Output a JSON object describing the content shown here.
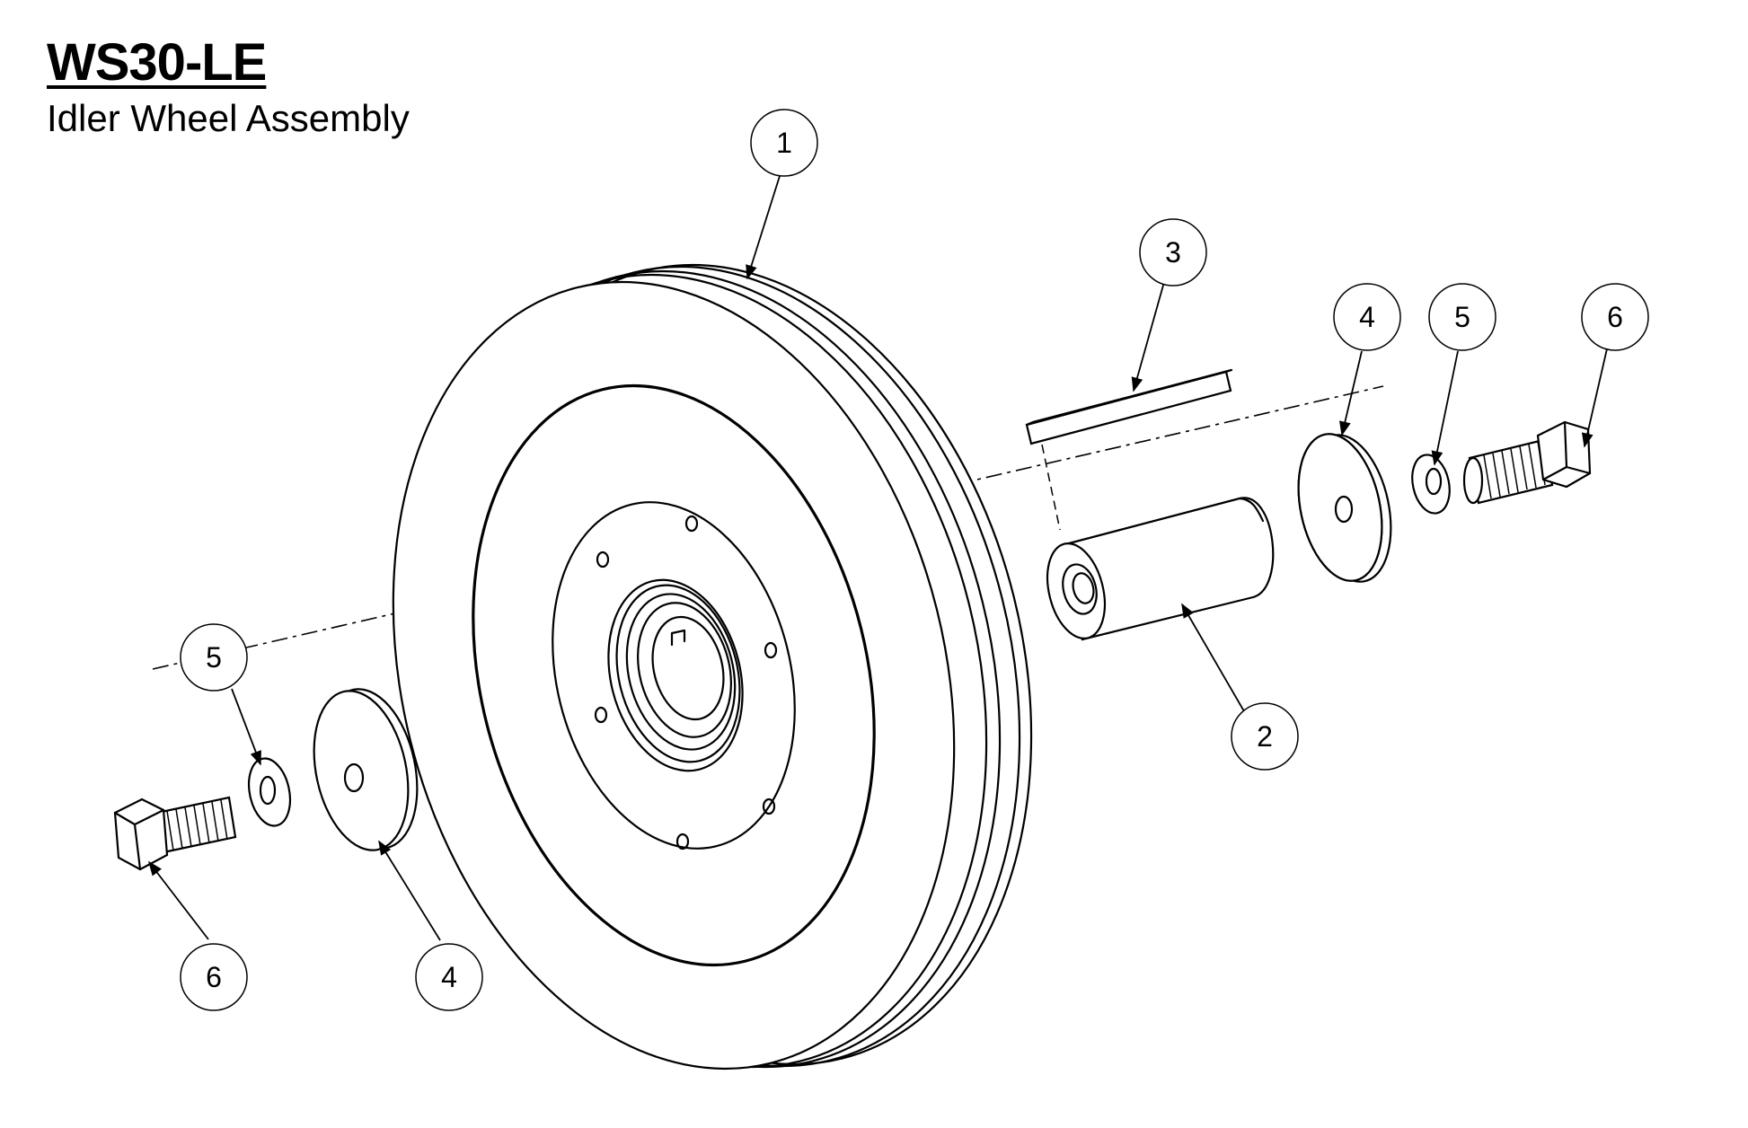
{
  "title": "WS30-LE",
  "subtitle": "Idler Wheel Assembly",
  "balloons": [
    {
      "id": "b1",
      "label": "1"
    },
    {
      "id": "b2",
      "label": "2"
    },
    {
      "id": "b3",
      "label": "3"
    },
    {
      "id": "b4a",
      "label": "4"
    },
    {
      "id": "b5a",
      "label": "5"
    },
    {
      "id": "b6a",
      "label": "6"
    },
    {
      "id": "b5b",
      "label": "5"
    },
    {
      "id": "b6b",
      "label": "6"
    },
    {
      "id": "b4b",
      "label": "4"
    }
  ]
}
